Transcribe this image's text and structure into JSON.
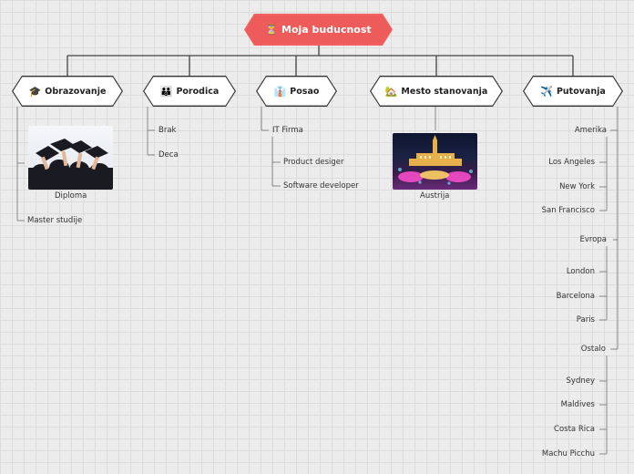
{
  "root": {
    "title": "Moja buducnost",
    "icon": "hourglass-icon",
    "color": "#ee5b5b"
  },
  "branches": {
    "obrazovanje": {
      "label": "Obrazovanje",
      "icon": "graduation-cap-icon",
      "items": [
        "Diploma",
        "Master studije"
      ]
    },
    "porodica": {
      "label": "Porodica",
      "icon": "family-icon",
      "items": [
        "Brak",
        "Deca"
      ]
    },
    "posao": {
      "label": "Posao",
      "icon": "necktie-icon",
      "items": [
        "IT Firma",
        "Product desiger",
        "Software developer"
      ]
    },
    "mesto": {
      "label": "Mesto stanovanja",
      "icon": "house-icon",
      "items": [
        "Austrija"
      ]
    },
    "putovanja": {
      "label": "Putovanja",
      "icon": "airplane-icon",
      "items": [
        "Amerika",
        "Los Angeles",
        "New York",
        "San Francisco",
        "Evropa",
        "London",
        "Barcelona",
        "Paris",
        "Ostalo",
        "Sydney",
        "Maldives",
        "Costa Rica",
        "Machu Picchu"
      ]
    }
  }
}
